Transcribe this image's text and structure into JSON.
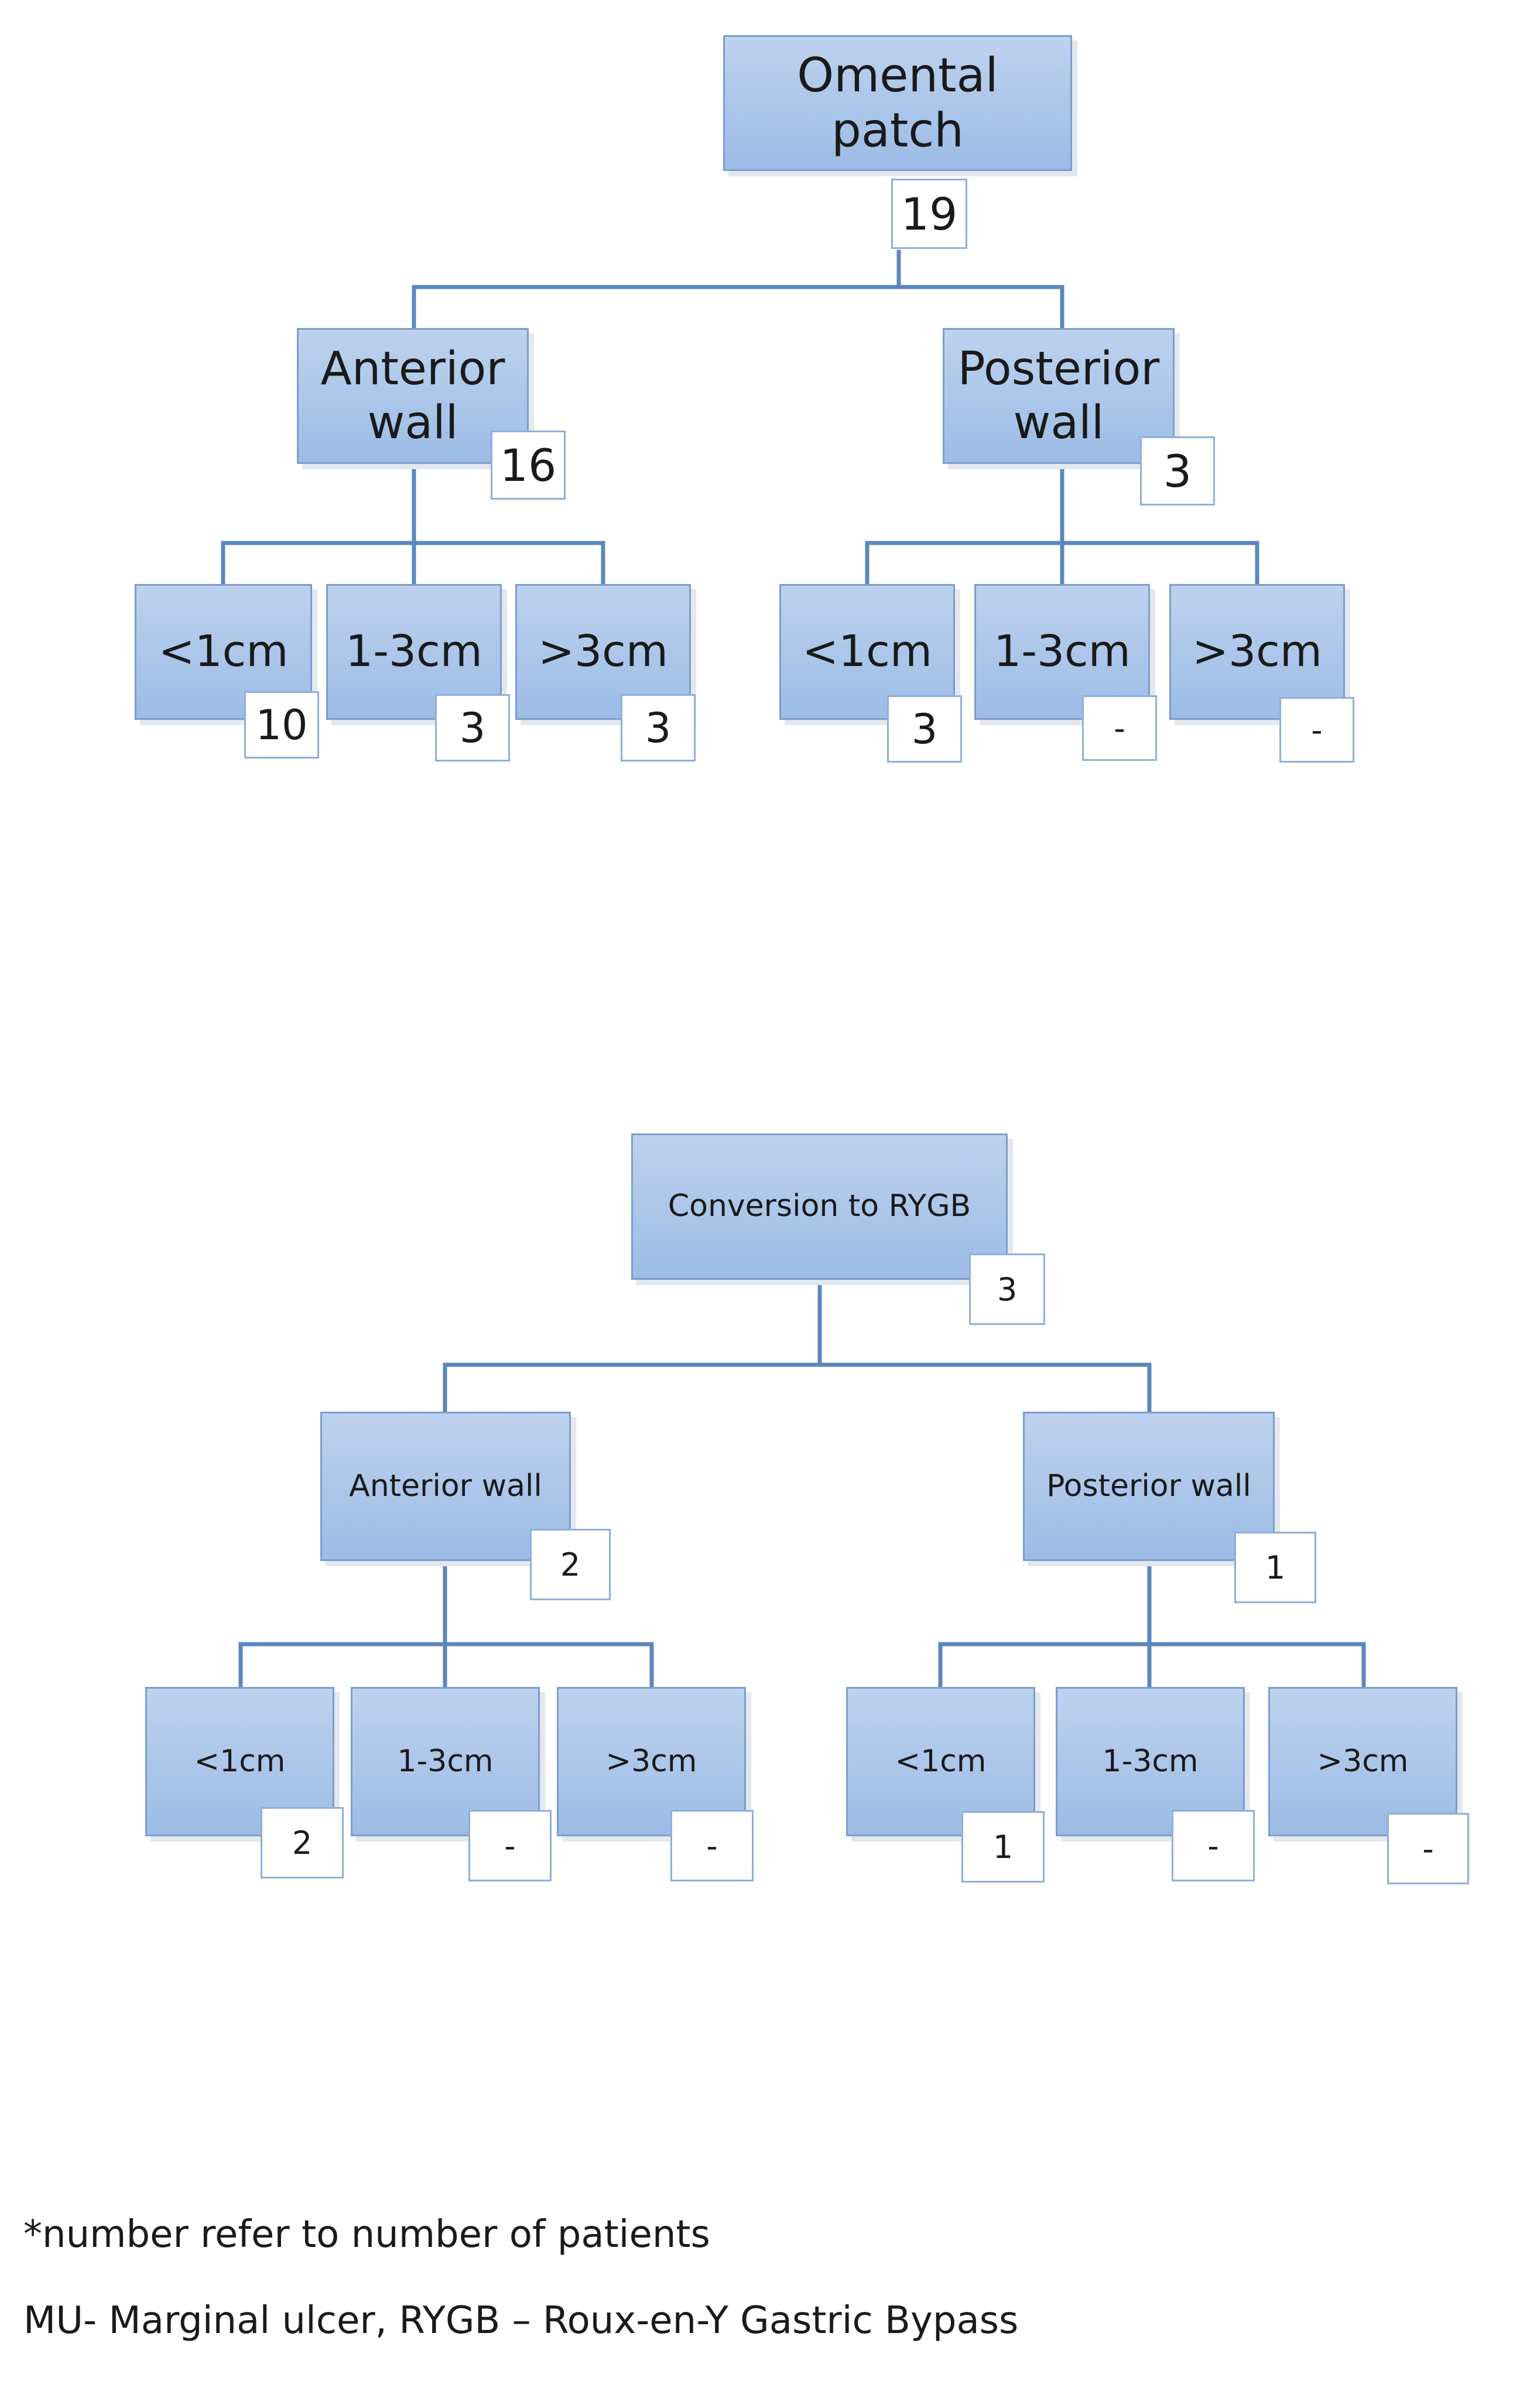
{
  "tree1": {
    "root": {
      "label": "Omental patch",
      "count": "19"
    },
    "anterior": {
      "label_line1": "Anterior",
      "label_line2": "wall",
      "count": "16"
    },
    "posterior": {
      "label_line1": "Posterior",
      "label_line2": "wall",
      "count": "3"
    },
    "anterior_sizes": [
      {
        "label": "<1cm",
        "count": "10"
      },
      {
        "label": "1-3cm",
        "count": "3"
      },
      {
        "label": ">3cm",
        "count": "3"
      }
    ],
    "posterior_sizes": [
      {
        "label": "<1cm",
        "count": "3"
      },
      {
        "label": "1-3cm",
        "count": "-"
      },
      {
        "label": ">3cm",
        "count": "-"
      }
    ]
  },
  "tree2": {
    "root": {
      "label": "Conversion to RYGB",
      "count": "3"
    },
    "anterior": {
      "label": "Anterior wall",
      "count": "2"
    },
    "posterior": {
      "label": "Posterior wall",
      "count": "1"
    },
    "anterior_sizes": [
      {
        "label": "<1cm",
        "count": "2"
      },
      {
        "label": "1-3cm",
        "count": "-"
      },
      {
        "label": ">3cm",
        "count": "-"
      }
    ],
    "posterior_sizes": [
      {
        "label": "<1cm",
        "count": "1"
      },
      {
        "label": "1-3cm",
        "count": "-"
      },
      {
        "label": ">3cm",
        "count": "-"
      }
    ]
  },
  "footnotes": {
    "note1": "*number refer to number of patients",
    "note2": "MU- Marginal ulcer, RYGB – Roux-en-Y Gastric Bypass"
  },
  "colors": {
    "node_fill_top": "#bdd2ee",
    "node_fill_bottom": "#9cbce6",
    "node_border": "#7d9ec9",
    "connector": "#5b87bd",
    "badge_border": "#8fb0d8"
  }
}
